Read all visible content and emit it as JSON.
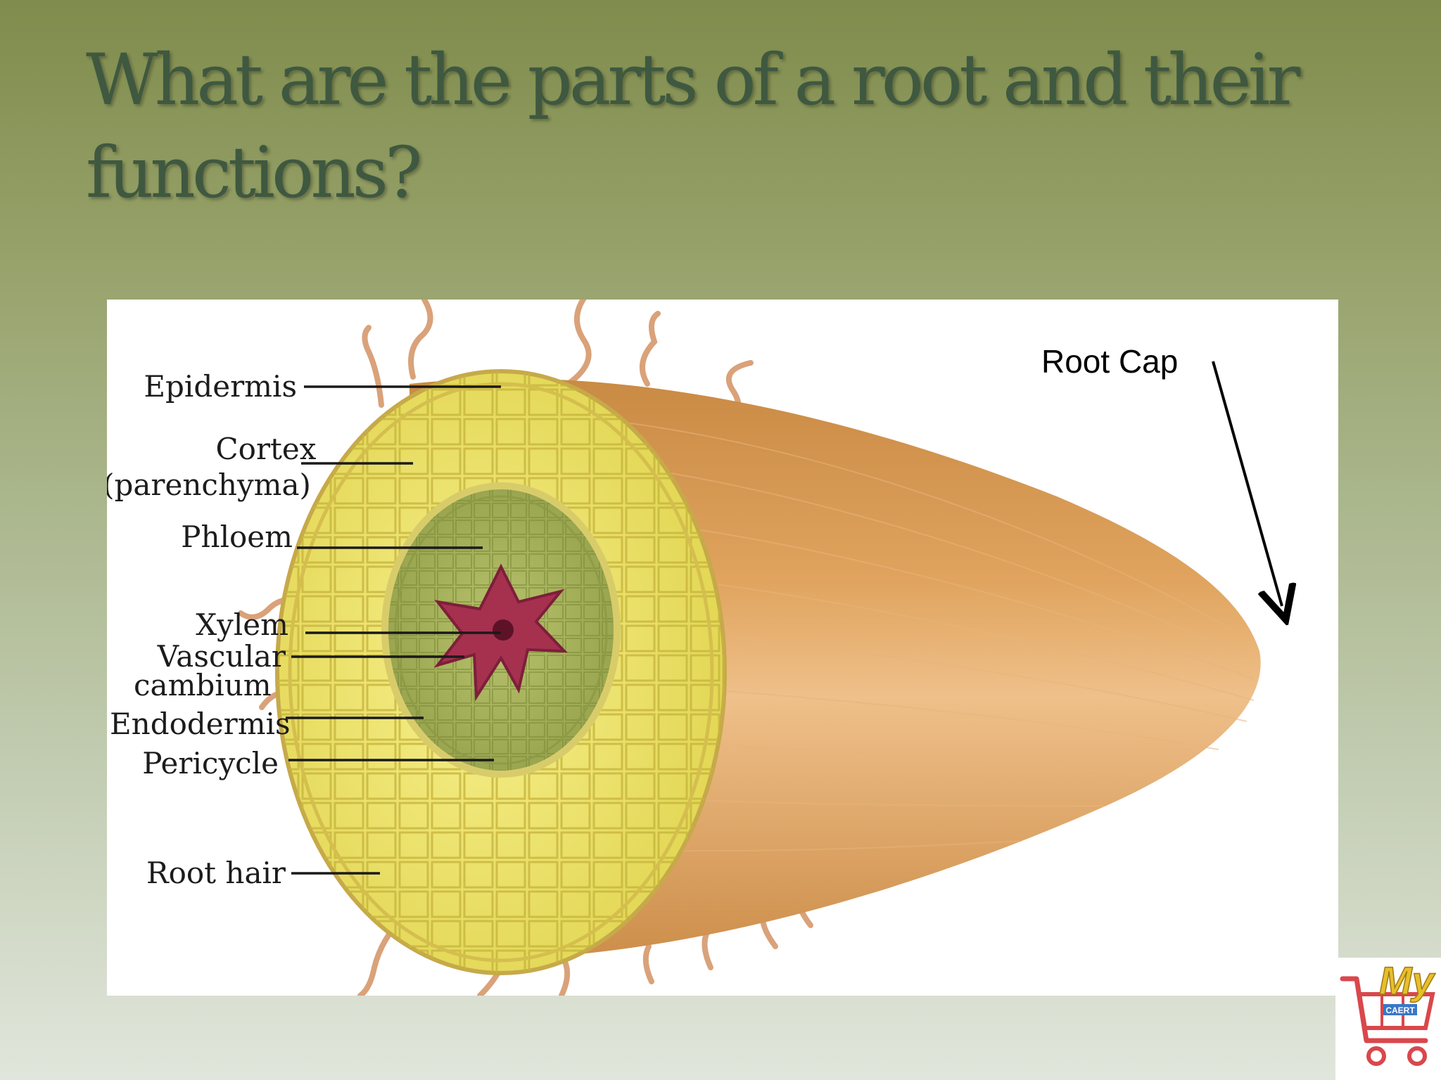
{
  "slide": {
    "title": "What are the parts of a root and their functions?"
  },
  "diagram": {
    "labels": {
      "epidermis": "Epidermis",
      "cortex": "Cortex",
      "parenchyma": "(parenchyma)",
      "phloem": "Phloem",
      "xylem": "Xylem",
      "vascular": "Vascular",
      "cambium": "cambium",
      "endodermis": "Endodermis",
      "pericycle": "Pericycle",
      "root_hair": "Root hair",
      "root_cap": "Root Cap"
    },
    "colors": {
      "root_body": "#d99a52",
      "cortex": "#f1e873",
      "stele": "#a7b35a",
      "xylem": "#a5314f"
    }
  },
  "logo": {
    "brand": "My",
    "sub": "CAERT"
  }
}
